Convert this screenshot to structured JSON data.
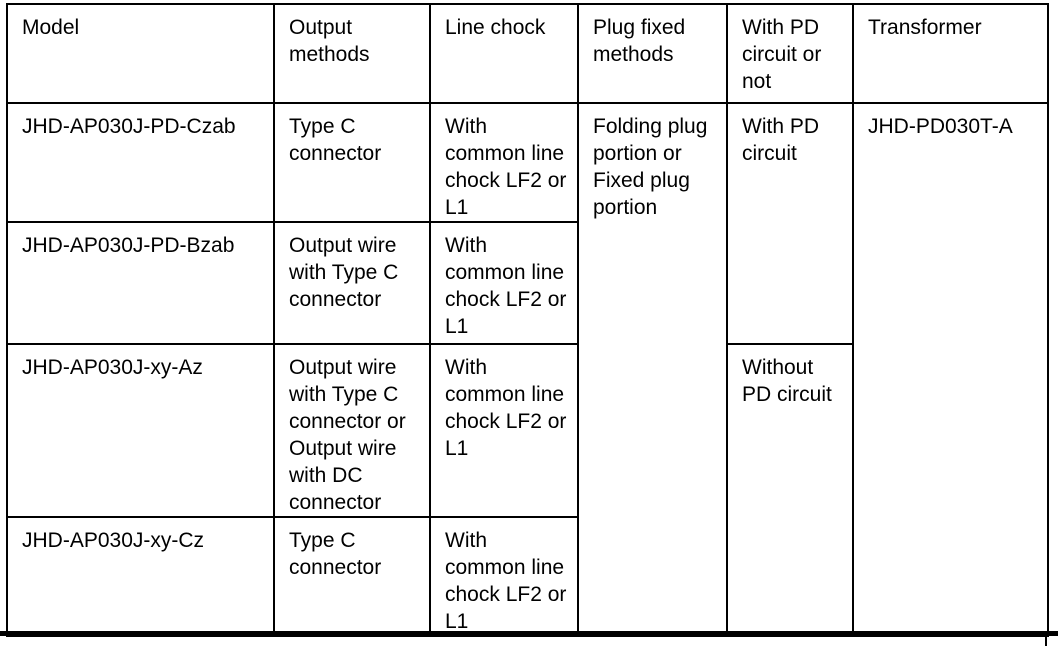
{
  "colors": {
    "text": "#000000",
    "background": "#ffffff",
    "border": "#000000"
  },
  "table": {
    "columns": [
      "Model",
      "Output methods",
      "Line chock",
      "Plug fixed methods",
      "With PD circuit or not",
      "Transformer"
    ],
    "rows": [
      {
        "model": "JHD-AP030J-PD-Czab",
        "output": "Type C connector",
        "chock": "With common line chock LF2 or L1"
      },
      {
        "model": "JHD-AP030J-PD-Bzab",
        "output": "Output wire with Type C connector",
        "chock": "With common line chock LF2 or L1"
      },
      {
        "model": "JHD-AP030J-xy-Az",
        "output": "Output wire with Type C connector or Output wire with DC connector",
        "chock": "With common line chock LF2 or L1"
      },
      {
        "model": "JHD-AP030J-xy-Cz",
        "output": "Type C connector",
        "chock": "With common line chock LF2 or L1"
      }
    ],
    "merged": {
      "plug_fixed": "Folding plug portion or Fixed plug portion",
      "pd_with": "With PD circuit",
      "pd_without": "Without PD circuit",
      "transformer": "JHD-PD030T-A"
    }
  }
}
